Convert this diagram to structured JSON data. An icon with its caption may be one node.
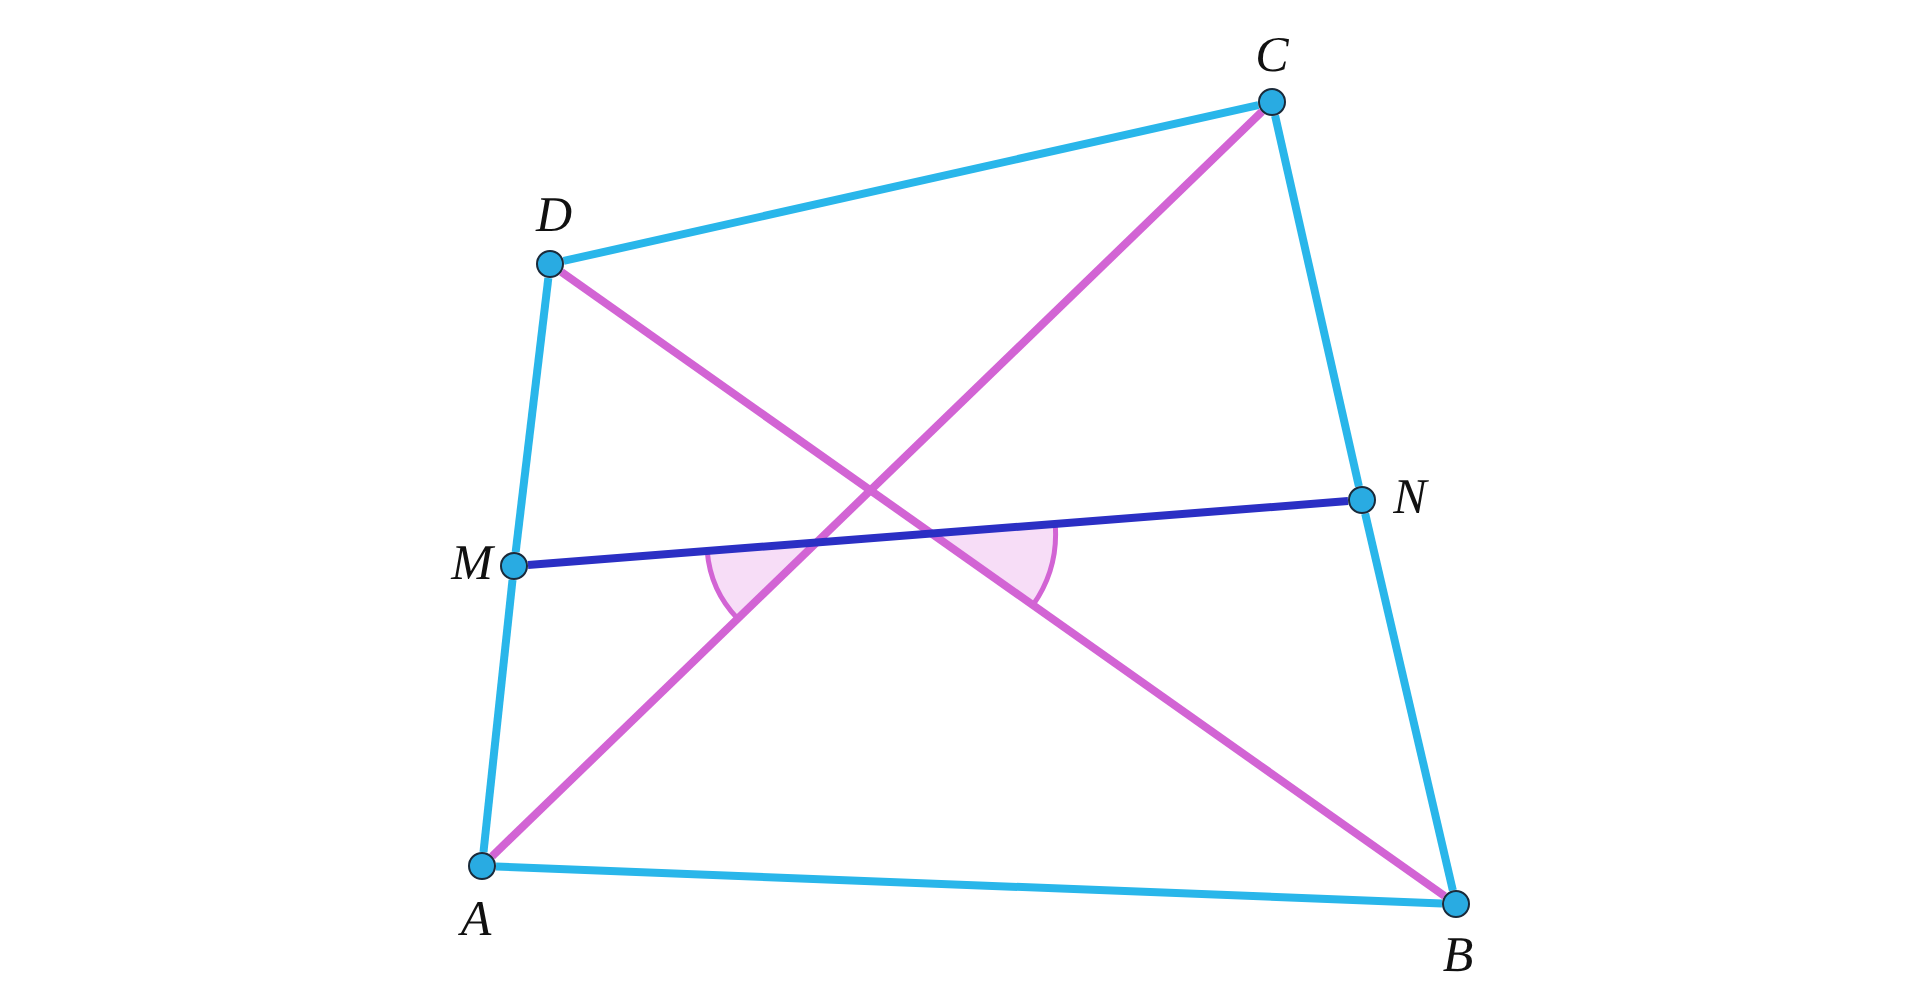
{
  "diagram": {
    "nodes": [
      {
        "text": [],
        "shape": "circle",
        "beside": [
          "A"
        ]
      },
      {
        "text": [],
        "shape": "circle",
        "beside": [
          "B"
        ]
      },
      {
        "text": [],
        "shape": "circle",
        "beside": [
          "C"
        ]
      },
      {
        "text": [],
        "shape": "circle",
        "beside": [
          "D"
        ]
      },
      {
        "text": [],
        "shape": "circle",
        "beside": [
          "M"
        ]
      },
      {
        "text": [],
        "shape": "circle",
        "beside": [
          "N"
        ]
      }
    ],
    "edges": [
      {
        "from": 0,
        "to": 1,
        "arrow": "none"
      },
      {
        "from": 1,
        "to": 5,
        "arrow": "none"
      },
      {
        "from": 5,
        "to": 2,
        "arrow": "none"
      },
      {
        "from": 2,
        "to": 3,
        "arrow": "none"
      },
      {
        "from": 3,
        "to": 4,
        "arrow": "none"
      },
      {
        "from": 4,
        "to": 0,
        "arrow": "none"
      },
      {
        "from": 0,
        "to": 2,
        "arrow": "none",
        "color": "#d264d4"
      },
      {
        "from": 1,
        "to": 3,
        "arrow": "none",
        "color": "#d264d4"
      },
      {
        "from": 4,
        "to": 5,
        "arrow": "none",
        "color": "#2b2fc4"
      }
    ]
  }
}
